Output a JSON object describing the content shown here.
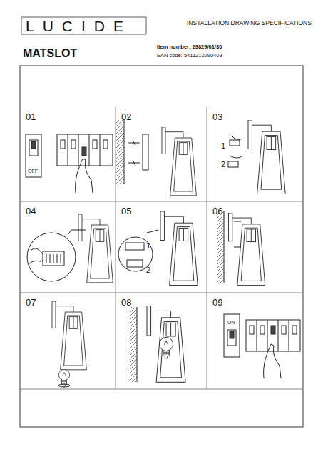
{
  "diagram": {
    "title": "MATSLOT",
    "nodes": [
      {
        "text": [
          "01"
        ]
      },
      {
        "text": [
          "02"
        ]
      },
      {
        "text": [
          "03"
        ]
      },
      {
        "text": [
          "04"
        ]
      },
      {
        "text": [
          "05"
        ]
      },
      {
        "text": [
          "06"
        ]
      },
      {
        "text": [
          "07"
        ]
      },
      {
        "text": [
          "08"
        ]
      },
      {
        "text": [
          "09"
        ]
      }
    ],
    "labels": [
      "LUCIDE",
      "INSTALLATION DRAWING SPECIFICATIONS",
      "Item number: 29829/01/30",
      "EAN code: 5411212290403",
      "OFF",
      "1",
      "2",
      "1",
      "2",
      "ON"
    ]
  }
}
